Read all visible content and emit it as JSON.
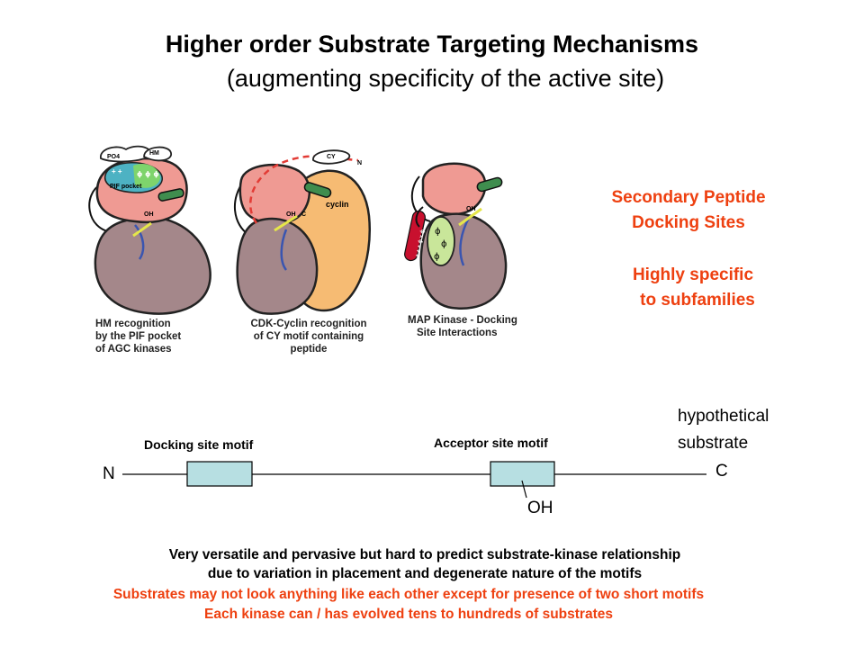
{
  "header": {
    "title": "Higher order Substrate Targeting Mechanisms",
    "subtitle": "(augmenting specificity of the active site)"
  },
  "panels": [
    {
      "caption_lines": [
        "HM recognition",
        "by the PIF pocket",
        "of AGC kinases"
      ],
      "labels": {
        "po4": "PO4",
        "hm": "HM",
        "pif": "PIF pocket",
        "oh": "OH",
        "plus": "+ +",
        "phi": "ϕ ϕ ϕ"
      }
    },
    {
      "caption_lines": [
        "CDK-Cyclin recognition",
        "of CY motif containing",
        "peptide"
      ],
      "labels": {
        "cy": "CY",
        "n": "N",
        "oh": "OH",
        "c": "C",
        "cyclin": "cyclin"
      }
    },
    {
      "caption_lines": [
        "MAP Kinase - Docking",
        "Site Interactions"
      ],
      "labels": {
        "oh": "OH",
        "phi": "ϕ",
        "bar": "+ + + ϕ x ϕ"
      }
    }
  ],
  "side_text": {
    "block1": [
      "Secondary Peptide",
      "Docking Sites"
    ],
    "block2": [
      "Highly specific",
      "to subfamilies"
    ],
    "color": "#ee4010"
  },
  "substrate": {
    "n_label": "N",
    "c_label": "C",
    "oh_label": "OH",
    "docking_label": "Docking site motif",
    "acceptor_label": "Acceptor site motif",
    "hypothetical_lines": [
      "hypothetical",
      "substrate"
    ],
    "box_color": "#b7dfe2"
  },
  "footer": {
    "black_lines": [
      "Very versatile and pervasive but hard to predict substrate-kinase relationship",
      "due to variation in placement and degenerate nature of the motifs"
    ],
    "red_lines": [
      "Substrates may not look anything like each other except for presence of two short motifs",
      "Each kinase can / has evolved tens to hundreds of substrates"
    ]
  },
  "colors": {
    "n_lobe": "#ef9a93",
    "c_lobe": "#a4878a",
    "cyclin": "#f6bb73",
    "pif_teal": "#4db2c3",
    "pif_green": "#7ed46c",
    "helix_green": "#3f8d4e",
    "loop_blue": "#3a55b0",
    "oh_yellow": "#e5e64a",
    "dock_oval": "#c9e69a",
    "dock_bar": "#c8102e",
    "dashed_red": "#e23b35"
  }
}
